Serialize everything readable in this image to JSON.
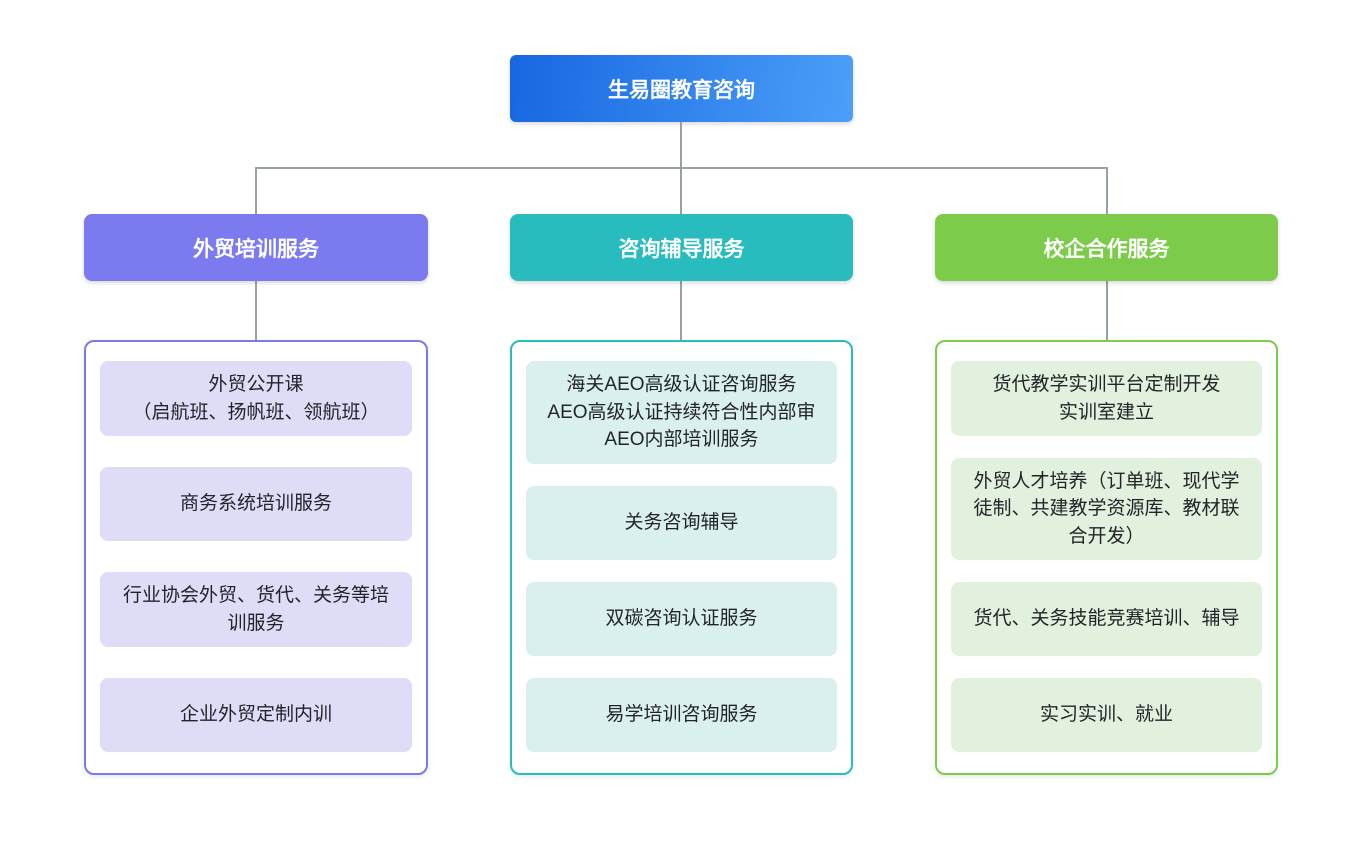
{
  "page": {
    "background_color": "#ffffff"
  },
  "chart": {
    "type": "org-tree",
    "connector_color": "#98a0a8",
    "root": {
      "label": "生易圈教育咨询",
      "gradient_from": "#1767e2",
      "gradient_to": "#4b9ff7",
      "text_color": "#ffffff"
    },
    "branches": [
      {
        "label": "外贸培训服务",
        "color": "#7b7aef",
        "item_bg": "#dedcf6",
        "items": [
          [
            "外贸公开课",
            "（启航班、扬帆班、领航班）"
          ],
          "商务系统培训服务",
          "行业协会外贸、货代、关务等培训服务",
          "企业外贸定制内训"
        ]
      },
      {
        "label": "咨询辅导服务",
        "color": "#29bcbe",
        "item_bg": "#daf0ee",
        "items": [
          [
            "海关AEO高级认证咨询服务",
            "AEO高级认证持续符合性内部审",
            "AEO内部培训服务"
          ],
          "关务咨询辅导",
          "双碳咨询认证服务",
          "易学培训咨询服务"
        ]
      },
      {
        "label": "校企合作服务",
        "color": "#7ccb4a",
        "item_bg": "#e1f1dd",
        "items": [
          [
            "货代教学实训平台定制开发",
            "实训室建立"
          ],
          "外贸人才培养（订单班、现代学徒制、共建教学资源库、教材联合开发）",
          "货代、关务技能竞赛培训、辅导",
          "实习实训、就业"
        ]
      }
    ]
  }
}
